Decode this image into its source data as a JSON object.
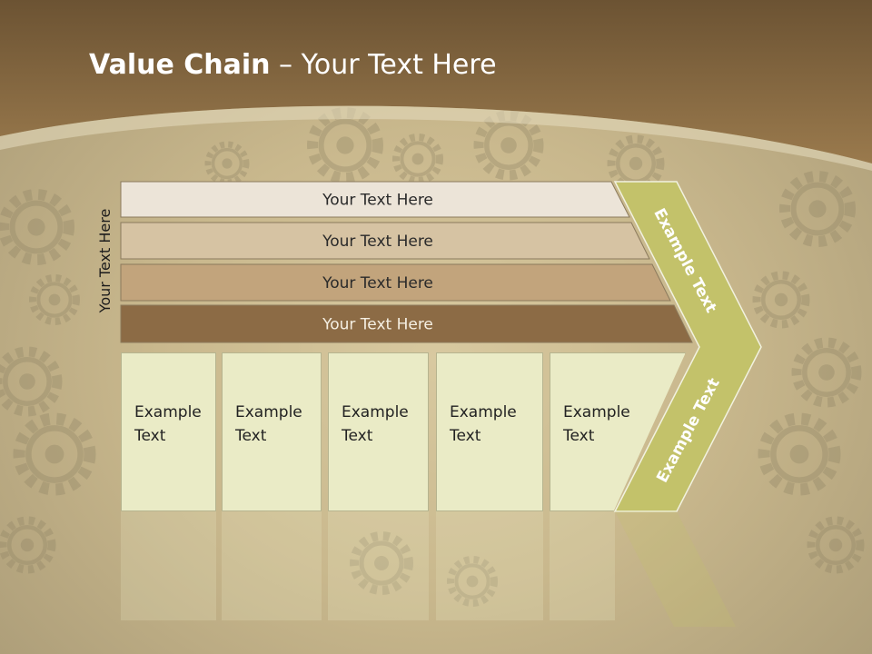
{
  "slide": {
    "title_bold": "Value Chain",
    "title_rest": " – Your Text Here",
    "side_label": "Your Text Here"
  },
  "bars": [
    {
      "label": "Your Text Here",
      "fill": "#ece4d8"
    },
    {
      "label": "Your Text Here",
      "fill": "#d6c3a3"
    },
    {
      "label": "Your Text Here",
      "fill": "#c2a47c"
    },
    {
      "label": "Your Text Here",
      "fill": "#8c6b45"
    }
  ],
  "boxes": [
    {
      "line1": "Example",
      "line2": "Text"
    },
    {
      "line1": "Example",
      "line2": "Text"
    },
    {
      "line1": "Example",
      "line2": "Text"
    },
    {
      "line1": "Example",
      "line2": "Text"
    },
    {
      "line1": "Example",
      "line2": "Text"
    }
  ],
  "chevron": {
    "upper_label": "Example Text",
    "lower_label": "Example Text",
    "fill": "#c3c26a"
  },
  "colors": {
    "header": "#7d5f3a",
    "box_fill": "#eaebc6",
    "background": "#cdbd92"
  }
}
